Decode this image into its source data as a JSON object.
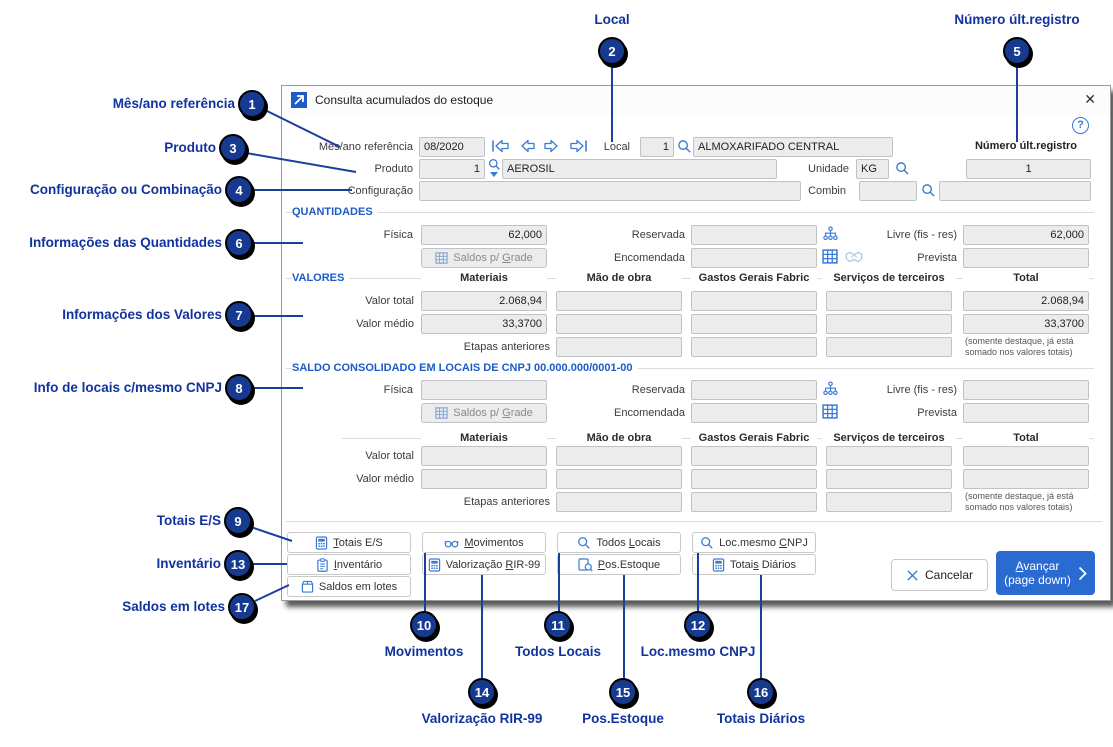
{
  "colors": {
    "accent_blue": "#1b5cc8",
    "icon_blue": "#3a7bd5",
    "annotation_navy": "#11339e",
    "circle_fill": "#173a91",
    "primary_button": "#2a6bd2",
    "field_bg": "#ececec"
  },
  "icons": {
    "close": "✕",
    "help": "?",
    "window": "arrow-up-right"
  },
  "window": {
    "title": "Consulta acumulados do estoque"
  },
  "form": {
    "mes_ano": {
      "label": "Mês/ano referência",
      "value": "08/2020"
    },
    "local": {
      "label": "Local",
      "code": "1",
      "name": "ALMOXARIFADO CENTRAL"
    },
    "num_ult_registro": {
      "label": "Número últ.registro",
      "value": "1"
    },
    "produto": {
      "label": "Produto",
      "code": "1",
      "name": "AEROSIL"
    },
    "unidade": {
      "label": "Unidade",
      "value": "KG"
    },
    "configuracao": {
      "label": "Configuração",
      "value": ""
    },
    "combin": {
      "label": "Combin",
      "code": "",
      "name": ""
    }
  },
  "labels": {
    "fisica": "Física",
    "reservada": "Reservada",
    "livre": "Livre (fis - res)",
    "encomendada": "Encomendada",
    "prevista": "Prevista",
    "valor_total": "Valor total",
    "valor_medio": "Valor médio",
    "etapas": "Etapas anteriores",
    "columns": [
      "Materiais",
      "Mão de obra",
      "Gastos Gerais Fabric",
      "Serviços de terceiros",
      "Total"
    ],
    "note": "(somente destaque, já está somado nos valores totais)"
  },
  "quantidades": {
    "title": "QUANTIDADES",
    "fisica": "62,000",
    "reservada": "",
    "livre": "62,000",
    "encomendada": "",
    "prevista": ""
  },
  "valores": {
    "title": "VALORES",
    "valor_total_materiais": "2.068,94",
    "valor_total_mao": "",
    "valor_total_gastos": "",
    "valor_total_servicos": "",
    "valor_total_total": "2.068,94",
    "valor_medio_materiais": "33,3700",
    "valor_medio_mao": "",
    "valor_medio_gastos": "",
    "valor_medio_servicos": "",
    "valor_medio_total": "33,3700",
    "etapas_mao": "",
    "etapas_gastos": "",
    "etapas_servicos": ""
  },
  "consolidado": {
    "title": "SALDO CONSOLIDADO EM LOCAIS DE CNPJ 00.000.000/0001-00",
    "fisica": "",
    "reservada": "",
    "livre": "",
    "encomendada": "",
    "prevista": "",
    "valor_total_materiais": "",
    "valor_total_mao": "",
    "valor_total_gastos": "",
    "valor_total_servicos": "",
    "valor_total_total": "",
    "valor_medio_materiais": "",
    "valor_medio_mao": "",
    "valor_medio_gastos": "",
    "valor_medio_servicos": "",
    "valor_medio_total": "",
    "etapas_mao": "",
    "etapas_gastos": "",
    "etapas_servicos": ""
  },
  "buttons": {
    "saldos_grade": {
      "pre": "Saldos p/ ",
      "key": "G",
      "post": "rade"
    },
    "totais_es": {
      "pre": "",
      "key": "T",
      "post": "otais E/S"
    },
    "inventario": {
      "pre": "",
      "key": "I",
      "post": "nventário"
    },
    "saldos_lotes": {
      "pre": "Saldos em lotes",
      "key": "",
      "post": ""
    },
    "movimentos": {
      "pre": "",
      "key": "M",
      "post": "ovimentos"
    },
    "valorizacao": {
      "pre": "Valorização ",
      "key": "R",
      "post": "IR-99"
    },
    "todos_locais": {
      "pre": "Todos ",
      "key": "L",
      "post": "ocais"
    },
    "pos_estoque": {
      "pre": "",
      "key": "P",
      "post": "os.Estoque"
    },
    "loc_mesmo_cnpj": {
      "pre": "Loc.mesmo ",
      "key": "C",
      "post": "NPJ"
    },
    "totais_diarios": {
      "pre": "Totai",
      "key": "s",
      "post": " Diários"
    }
  },
  "actions": {
    "cancel": "Cancelar",
    "advance": {
      "pre": "",
      "key": "A",
      "post": "vançar"
    },
    "advance_sub": "(page down)"
  },
  "annotations": [
    {
      "num": "1",
      "label": "Mês/ano referência"
    },
    {
      "num": "2",
      "label": "Local"
    },
    {
      "num": "3",
      "label": "Produto"
    },
    {
      "num": "4",
      "label": "Configuração ou Combinação"
    },
    {
      "num": "5",
      "label": "Número últ.registro"
    },
    {
      "num": "6",
      "label": "Informações das Quantidades"
    },
    {
      "num": "7",
      "label": "Informações dos Valores"
    },
    {
      "num": "8",
      "label": "Info de locais c/mesmo CNPJ"
    },
    {
      "num": "9",
      "label": "Totais E/S"
    },
    {
      "num": "10",
      "label": "Movimentos"
    },
    {
      "num": "11",
      "label": "Todos Locais"
    },
    {
      "num": "12",
      "label": "Loc.mesmo CNPJ"
    },
    {
      "num": "13",
      "label": "Inventário"
    },
    {
      "num": "14",
      "label": "Valorização RIR-99"
    },
    {
      "num": "15",
      "label": "Pos.Estoque"
    },
    {
      "num": "16",
      "label": "Totais Diários"
    },
    {
      "num": "17",
      "label": "Saldos em lotes"
    }
  ]
}
